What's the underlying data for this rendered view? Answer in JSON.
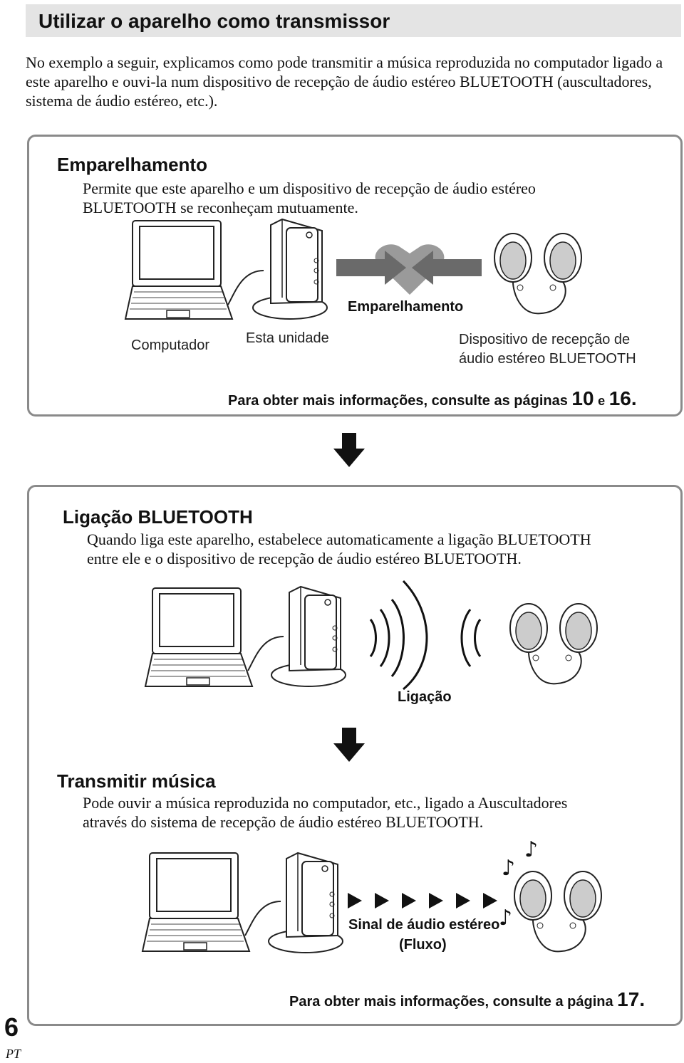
{
  "header": {
    "title": "Utilizar o aparelho como transmissor"
  },
  "intro": "No exemplo a seguir, explicamos como pode transmitir a música reproduzida no computador ligado a este aparelho e ouvi-la num dispositivo de recepção de áudio estéreo BLUETOOTH (auscultadores, sistema de áudio estéreo, etc.).",
  "pairing": {
    "heading": "Emparelhamento",
    "description_line1": "Permite que este aparelho e um dispositivo de recepção de áudio estéreo",
    "description_line2": "BLUETOOTH se reconheçam mutuamente.",
    "label_computer": "Computador",
    "label_unit": "Esta unidade",
    "label_pairing": "Emparelhamento",
    "label_receiver_line1": "Dispositivo de recepção de",
    "label_receiver_line2": "áudio estéreo BLUETOOTH",
    "more_text": "Para obter mais informações, consulte as páginas",
    "more_page1": "10",
    "more_and": "e",
    "more_page2": "16",
    "more_end": "."
  },
  "connection": {
    "heading": "Ligação BLUETOOTH",
    "description_line1": "Quando liga este aparelho, estabelece automaticamente a ligação BLUETOOTH",
    "description_line2": "entre ele e o dispositivo de recepção de áudio estéreo BLUETOOTH.",
    "label_connection": "Ligação"
  },
  "transmit": {
    "heading": "Transmitir música",
    "description_line1": "Pode ouvir a música reproduzida no computador, etc., ligado a Auscultadores",
    "description_line2": "através do sistema de recepção de áudio estéreo BLUETOOTH.",
    "label_signal_line1": "Sinal de áudio estéreo",
    "label_signal_line2": "(Fluxo)",
    "more_text": "Para obter mais informações, consulte a página",
    "more_page": "17",
    "more_end": "."
  },
  "footer": {
    "page_number": "6",
    "language": "PT"
  }
}
